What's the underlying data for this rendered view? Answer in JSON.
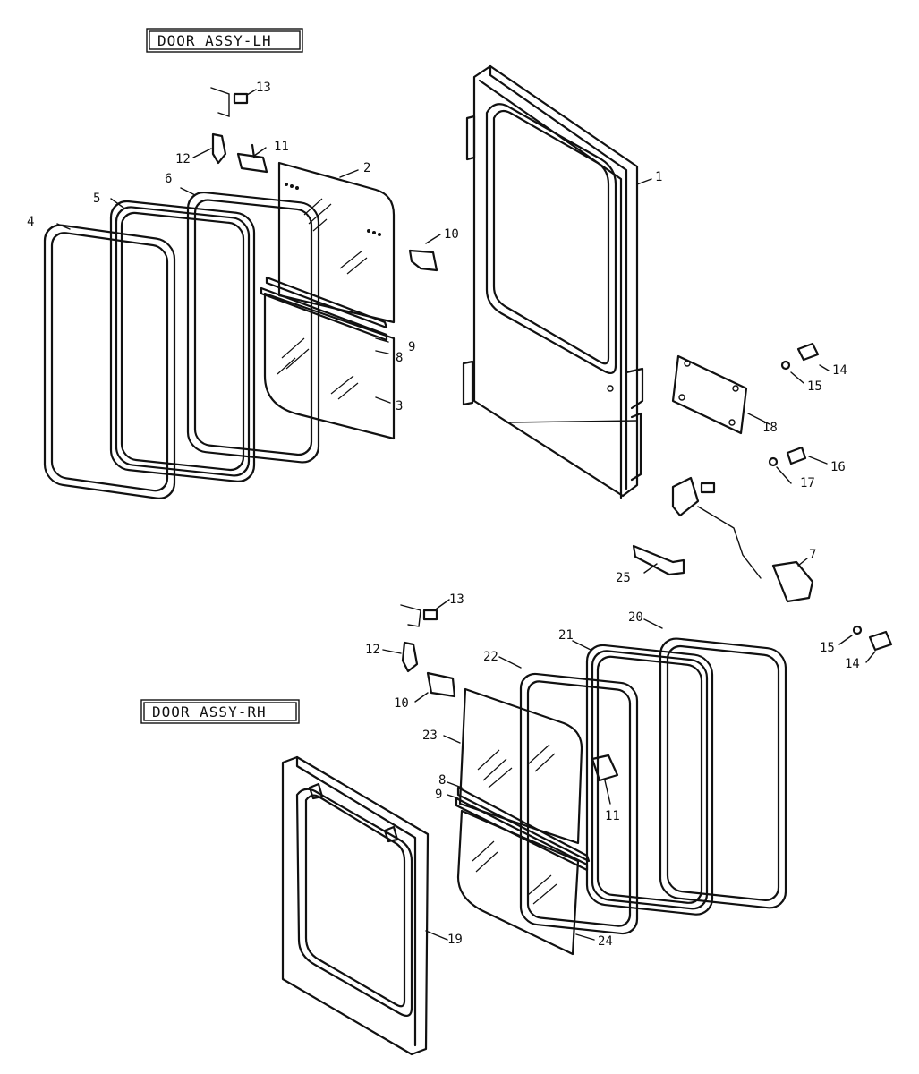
{
  "titles": {
    "lh": "DOOR ASSY-LH",
    "rh": "DOOR ASSY-RH"
  },
  "labels": {
    "lh": [
      "13",
      "12",
      "11",
      "2",
      "6",
      "5",
      "4",
      "10",
      "9",
      "8",
      "3",
      "1"
    ],
    "right": [
      "14",
      "15",
      "18",
      "16",
      "17",
      "7",
      "25",
      "15",
      "14"
    ],
    "rh": [
      "13",
      "12",
      "10",
      "23",
      "8",
      "9",
      "22",
      "21",
      "20",
      "11",
      "19",
      "24"
    ]
  }
}
